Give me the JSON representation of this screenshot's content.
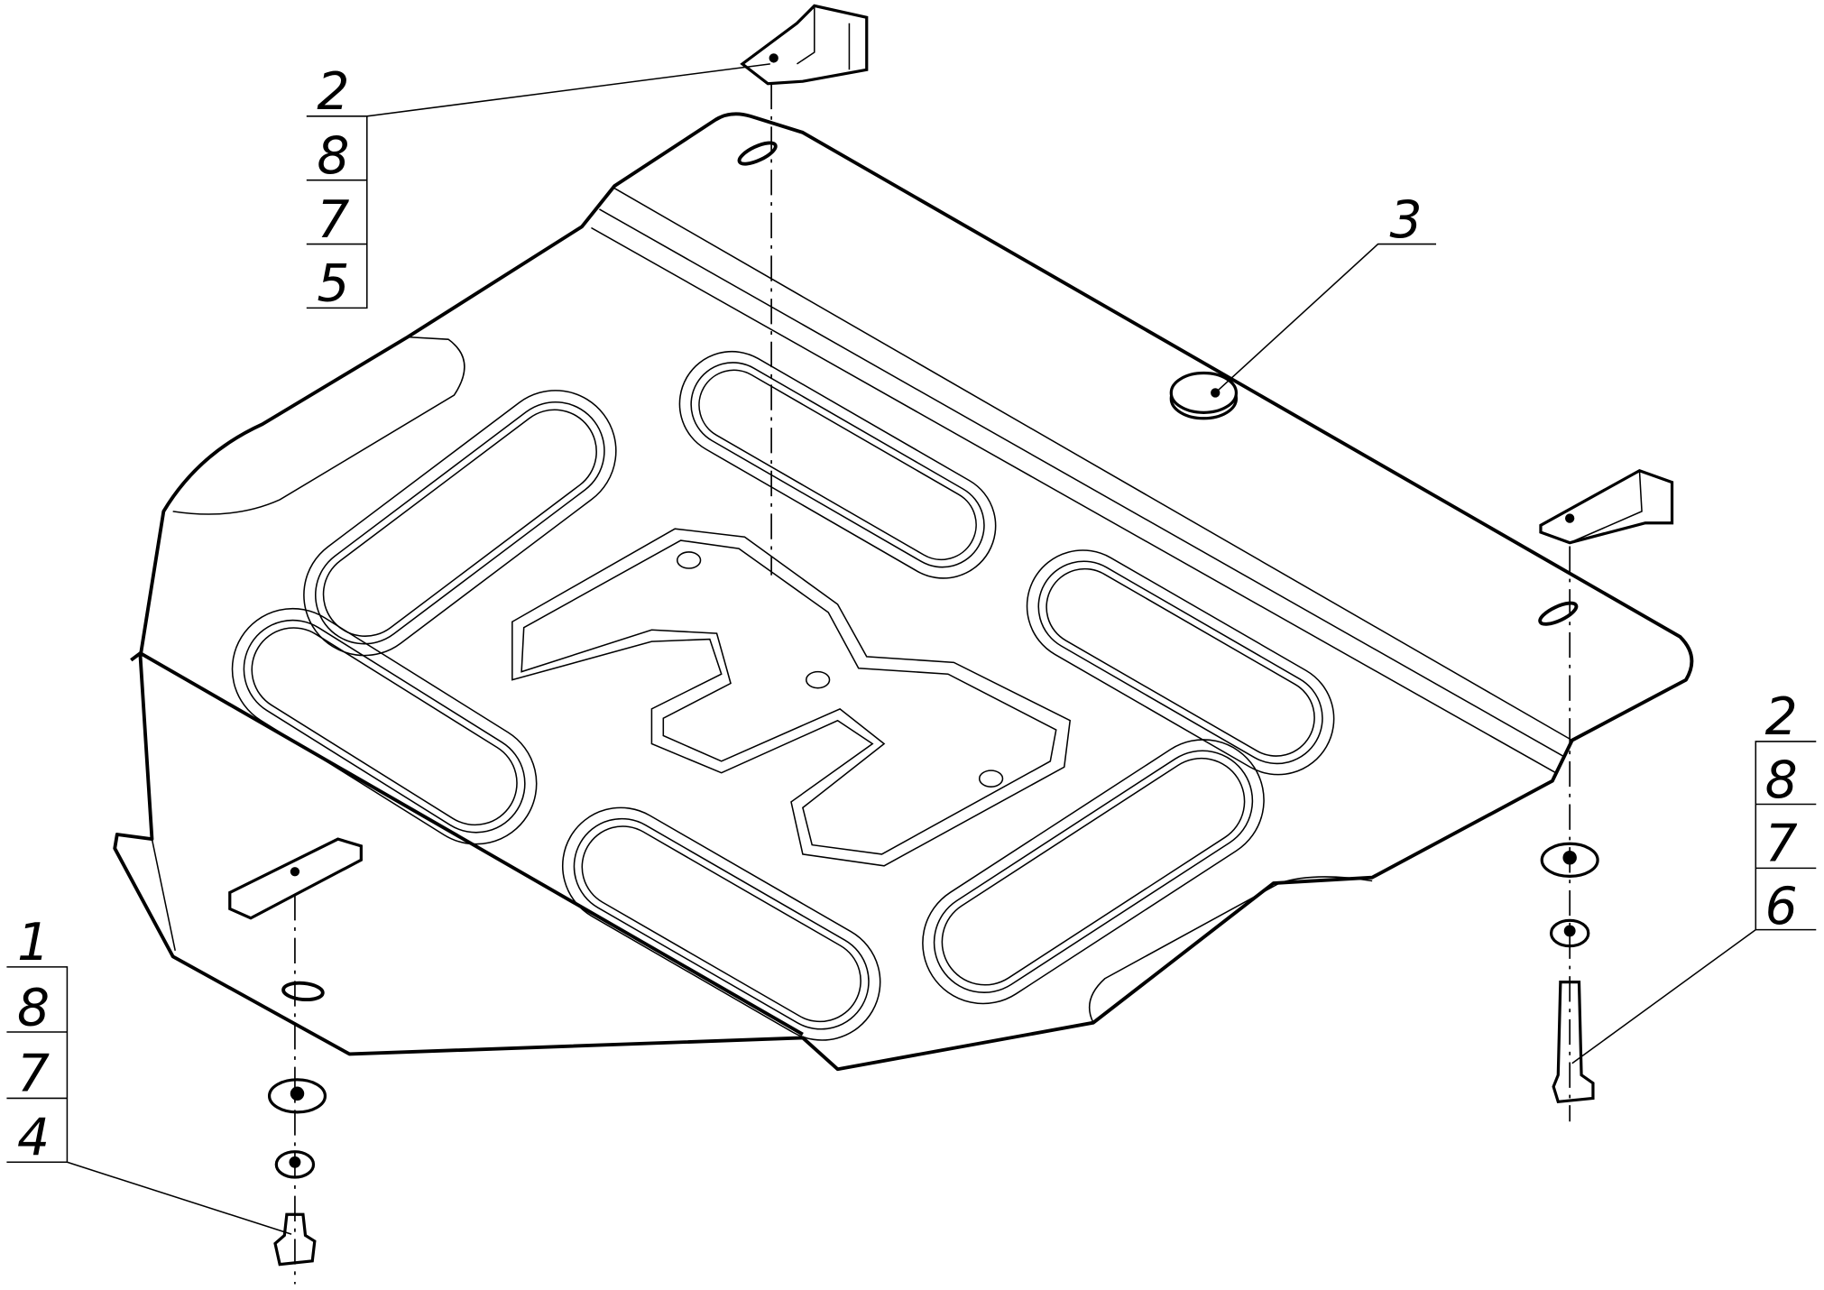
{
  "drawing": {
    "callouts": {
      "top_left": [
        "2",
        "8",
        "7",
        "5"
      ],
      "cap": "3",
      "right": [
        "2",
        "8",
        "7",
        "6"
      ],
      "bottom_left": [
        "1",
        "8",
        "7",
        "4"
      ]
    }
  }
}
